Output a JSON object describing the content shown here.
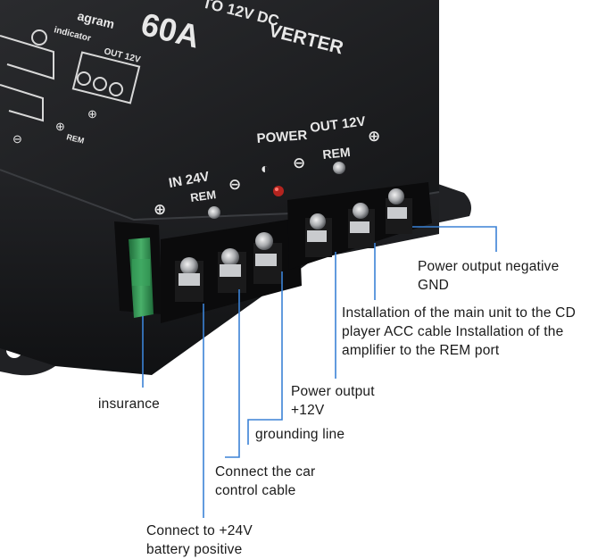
{
  "device_markings": {
    "title_fragment": "VERTER",
    "rating_fragment": "60A",
    "subtitle_fragment": "TO 12V DC",
    "diagram_word": "agram",
    "indicator_label": "indicator",
    "diagram_out_label": "OUT 12V",
    "diagram_rem_label": "REM",
    "input_label": "IN 24V",
    "power_label": "POWER",
    "output_label": "OUT 12V",
    "rem_label": "REM",
    "plus_symbol": "⊕",
    "minus_symbol": "⊖",
    "power_symbol": "◐"
  },
  "callouts": {
    "power_output_negative_l1": "Power output negative",
    "power_output_negative_l2": "GND",
    "acc_install_l1": "Installation of the main unit to the CD",
    "acc_install_l2": "player ACC cable Installation of the",
    "acc_install_l3": "amplifier to the REM port",
    "power_output_l1": "Power output",
    "power_output_l2": "+12V",
    "insurance": "insurance",
    "grounding_line": "grounding line",
    "car_control_l1": "Connect the car",
    "car_control_l2": "control cable",
    "battery_positive_l1": "Connect to +24V",
    "battery_positive_l2": "battery positive"
  },
  "colors": {
    "housing": "#1c1d1f",
    "label_text": "#e8e8e8",
    "leader_line": "#3b82d6",
    "fuse": "#2f8f4e",
    "indicator_led": "#b3241f"
  }
}
